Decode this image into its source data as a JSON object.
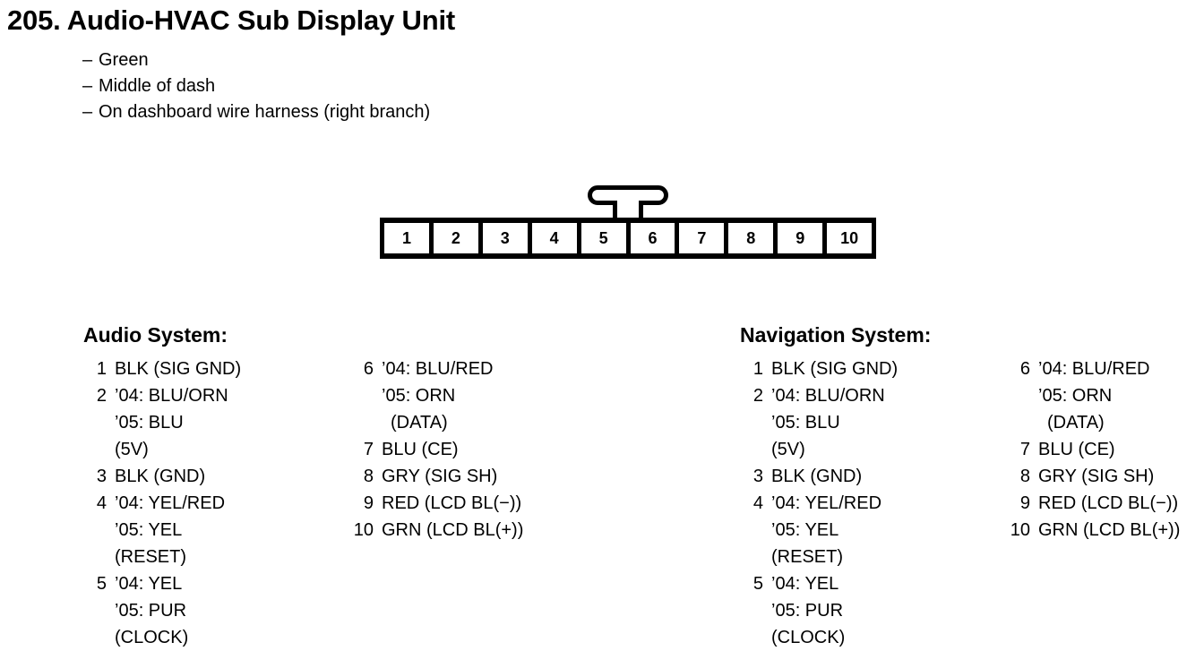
{
  "title": "205. Audio-HVAC Sub Display Unit",
  "bullets": [
    {
      "dash": "–",
      "text": "Green"
    },
    {
      "dash": "–",
      "text": "Middle of dash"
    },
    {
      "dash": "–",
      "text": "On dashboard wire harness (right branch)"
    }
  ],
  "connector": {
    "pins": [
      "1",
      "2",
      "3",
      "4",
      "5",
      "6",
      "7",
      "8",
      "9",
      "10"
    ],
    "tab": "locking-tab"
  },
  "sections": [
    {
      "heading": "Audio System:",
      "left_column": [
        {
          "num": "1",
          "lines": [
            {
              "text": "BLK (SIG GND)",
              "indent": false
            }
          ]
        },
        {
          "num": "2",
          "lines": [
            {
              "text": "’04: BLU/ORN",
              "indent": false
            },
            {
              "text": "’05: BLU",
              "indent": false
            },
            {
              "text": "(5V)",
              "indent": false
            }
          ]
        },
        {
          "num": "3",
          "lines": [
            {
              "text": "BLK (GND)",
              "indent": false
            }
          ]
        },
        {
          "num": "4",
          "lines": [
            {
              "text": "’04: YEL/RED",
              "indent": false
            },
            {
              "text": "’05: YEL",
              "indent": false
            },
            {
              "text": "(RESET)",
              "indent": false
            }
          ]
        },
        {
          "num": "5",
          "lines": [
            {
              "text": "’04: YEL",
              "indent": false
            },
            {
              "text": "’05: PUR",
              "indent": false
            },
            {
              "text": "(CLOCK)",
              "indent": false
            }
          ]
        }
      ],
      "right_column": [
        {
          "num": "6",
          "lines": [
            {
              "text": "’04: BLU/RED",
              "indent": false
            },
            {
              "text": "’05: ORN",
              "indent": false
            },
            {
              "text": "(DATA)",
              "indent": true
            }
          ]
        },
        {
          "num": "7",
          "lines": [
            {
              "text": "BLU (CE)",
              "indent": false
            }
          ]
        },
        {
          "num": "8",
          "lines": [
            {
              "text": "GRY (SIG SH)",
              "indent": false
            }
          ]
        },
        {
          "num": "9",
          "lines": [
            {
              "text": "RED (LCD BL(−))",
              "indent": false
            }
          ]
        },
        {
          "num": "10",
          "lines": [
            {
              "text": "GRN (LCD BL(+))",
              "indent": false
            }
          ]
        }
      ]
    },
    {
      "heading": "Navigation System:",
      "left_column": [
        {
          "num": "1",
          "lines": [
            {
              "text": "BLK (SIG GND)",
              "indent": false
            }
          ]
        },
        {
          "num": "2",
          "lines": [
            {
              "text": "’04: BLU/ORN",
              "indent": false
            },
            {
              "text": "’05: BLU",
              "indent": false
            },
            {
              "text": "(5V)",
              "indent": false
            }
          ]
        },
        {
          "num": "3",
          "lines": [
            {
              "text": "BLK (GND)",
              "indent": false
            }
          ]
        },
        {
          "num": "4",
          "lines": [
            {
              "text": "’04: YEL/RED",
              "indent": false
            },
            {
              "text": "’05: YEL",
              "indent": false
            },
            {
              "text": "(RESET)",
              "indent": false
            }
          ]
        },
        {
          "num": "5",
          "lines": [
            {
              "text": "’04: YEL",
              "indent": false
            },
            {
              "text": "’05: PUR",
              "indent": false
            },
            {
              "text": "(CLOCK)",
              "indent": false
            }
          ]
        }
      ],
      "right_column": [
        {
          "num": "6",
          "lines": [
            {
              "text": "’04: BLU/RED",
              "indent": false
            },
            {
              "text": "’05: ORN",
              "indent": false
            },
            {
              "text": "(DATA)",
              "indent": true
            }
          ]
        },
        {
          "num": "7",
          "lines": [
            {
              "text": "BLU (CE)",
              "indent": false
            }
          ]
        },
        {
          "num": "8",
          "lines": [
            {
              "text": "GRY (SIG SH)",
              "indent": false
            }
          ]
        },
        {
          "num": "9",
          "lines": [
            {
              "text": "RED (LCD BL(−))",
              "indent": false
            }
          ]
        },
        {
          "num": "10",
          "lines": [
            {
              "text": "GRN (LCD BL(+))",
              "indent": false
            }
          ]
        }
      ]
    }
  ],
  "colors": {
    "ink": "#000000",
    "paper": "#ffffff"
  }
}
